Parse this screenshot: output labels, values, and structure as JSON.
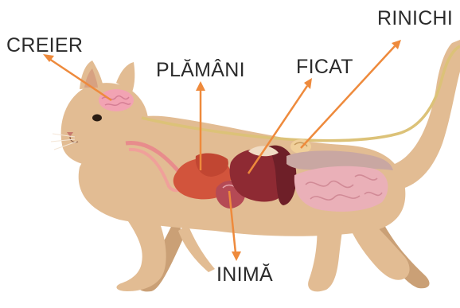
{
  "labels": {
    "creier": "CREIER",
    "plamani": "PLĂMÂNI",
    "ficat": "FICAT",
    "rinichi": "RINICHI",
    "inima": "INIMĂ"
  },
  "colors": {
    "fur": "#e2bc93",
    "fur_shadow": "#caa076",
    "arrow": "#ee8a3c",
    "brain": "#f2a3b3",
    "lungs": "#d2543c",
    "liver": "#8e2a33",
    "heart": "#b54a55",
    "kidney": "#f0cf9a",
    "intestine": "#eab0b8",
    "spinal_cord": "#dcc278"
  }
}
